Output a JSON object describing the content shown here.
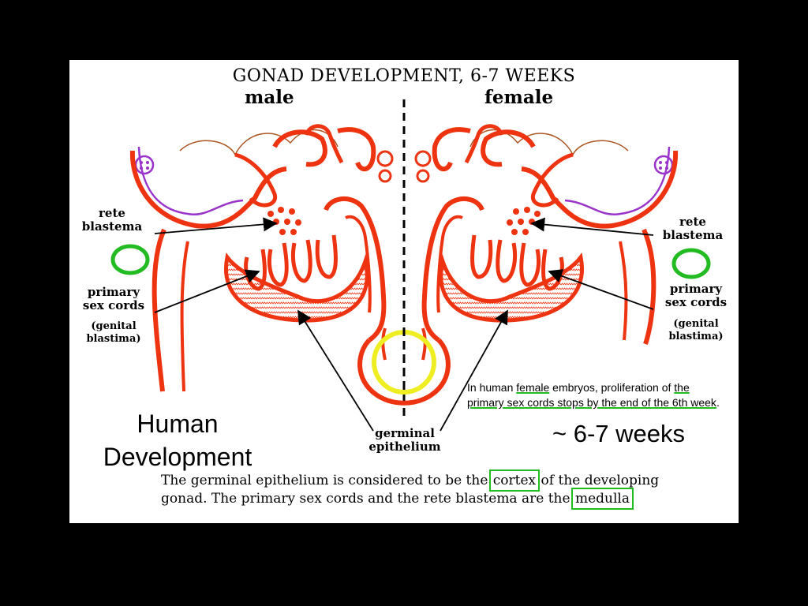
{
  "title": "GONAD DEVELOPMENT, 6-7 WEEKS",
  "sides": {
    "male": "male",
    "female": "female"
  },
  "labels": {
    "rete_blastema_left": [
      "rete",
      "blastema"
    ],
    "rete_blastema_right": [
      "rete",
      "blastema"
    ],
    "primary_sex_cords_left": [
      "primary",
      "sex cords"
    ],
    "genital_blastima_left": [
      "(genital",
      "blastima)"
    ],
    "primary_sex_cords_right": [
      "primary",
      "sex cords"
    ],
    "genital_blastima_right": [
      "(genital",
      "blastima)"
    ],
    "germinal_epithelium": [
      "germinal",
      "epithelium"
    ]
  },
  "note": {
    "part1": "In human ",
    "highlight": "female",
    "part2": " embryos, proliferation of ",
    "underlined": "the primary sex cords stops by the end of the 6th week",
    "end": "."
  },
  "caption": {
    "line1_a": "The germinal epithelium is considered to be the ",
    "cortex": "cortex",
    "line1_b": " of the developing",
    "line2_a": "gonad. The primary sex cords and the rete blastema are the ",
    "medulla": "medulla"
  },
  "big_left": [
    "Human",
    "Development"
  ],
  "big_right": "~ 6-7 weeks",
  "colors": {
    "tissue_red": "#ee3311",
    "mesonephric_purple": "#9933cc",
    "highlight_green": "#22bb22",
    "highlight_yellow": "#eeee22",
    "background": "#000000",
    "panel": "#ffffff"
  }
}
